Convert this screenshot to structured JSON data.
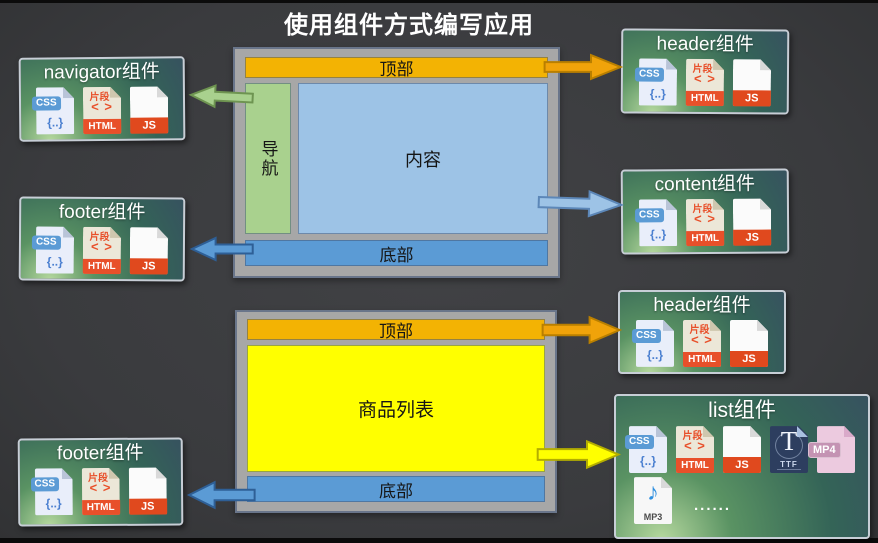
{
  "title": "使用组件方式编写应用",
  "wireframe_app": {
    "top": "顶部",
    "nav": "导航",
    "content": "内容",
    "bottom": "底部"
  },
  "wireframe_list": {
    "top": "顶部",
    "list": "商品列表",
    "bottom": "底部"
  },
  "cards": {
    "navigator": {
      "title": "navigator组件"
    },
    "footer_left": {
      "title": "footer组件"
    },
    "header_top": {
      "title": "header组件"
    },
    "content": {
      "title": "content组件"
    },
    "header_mid": {
      "title": "header组件"
    },
    "list": {
      "title": "list组件",
      "more": "......"
    },
    "footer_bottom": {
      "title": "footer组件"
    }
  },
  "icons": {
    "css": {
      "badge": "CSS",
      "braces": "{..}"
    },
    "html": {
      "fragment": "片段",
      "brackets": "< >",
      "badge": "HTML"
    },
    "js": {
      "badge": "JS"
    },
    "ttf": {
      "letter": "T",
      "badge": "TTF"
    },
    "mp4": {
      "badge": "MP4"
    },
    "mp3": {
      "note": "♪",
      "badge": "MP3"
    }
  },
  "colors": {
    "background": "#3a3b3e",
    "header_bar": "#f3b303",
    "nav_green": "#a9d18e",
    "content_blue": "#9dc3e6",
    "footer_blue": "#5b9bd5",
    "list_yellow": "#ffff00",
    "frame_gray": "#a7a7a7",
    "card_green_dark": "#346457",
    "css_blue": "#5b9bd5",
    "html_orange": "#e8502a",
    "js_orange": "#e0491e"
  }
}
